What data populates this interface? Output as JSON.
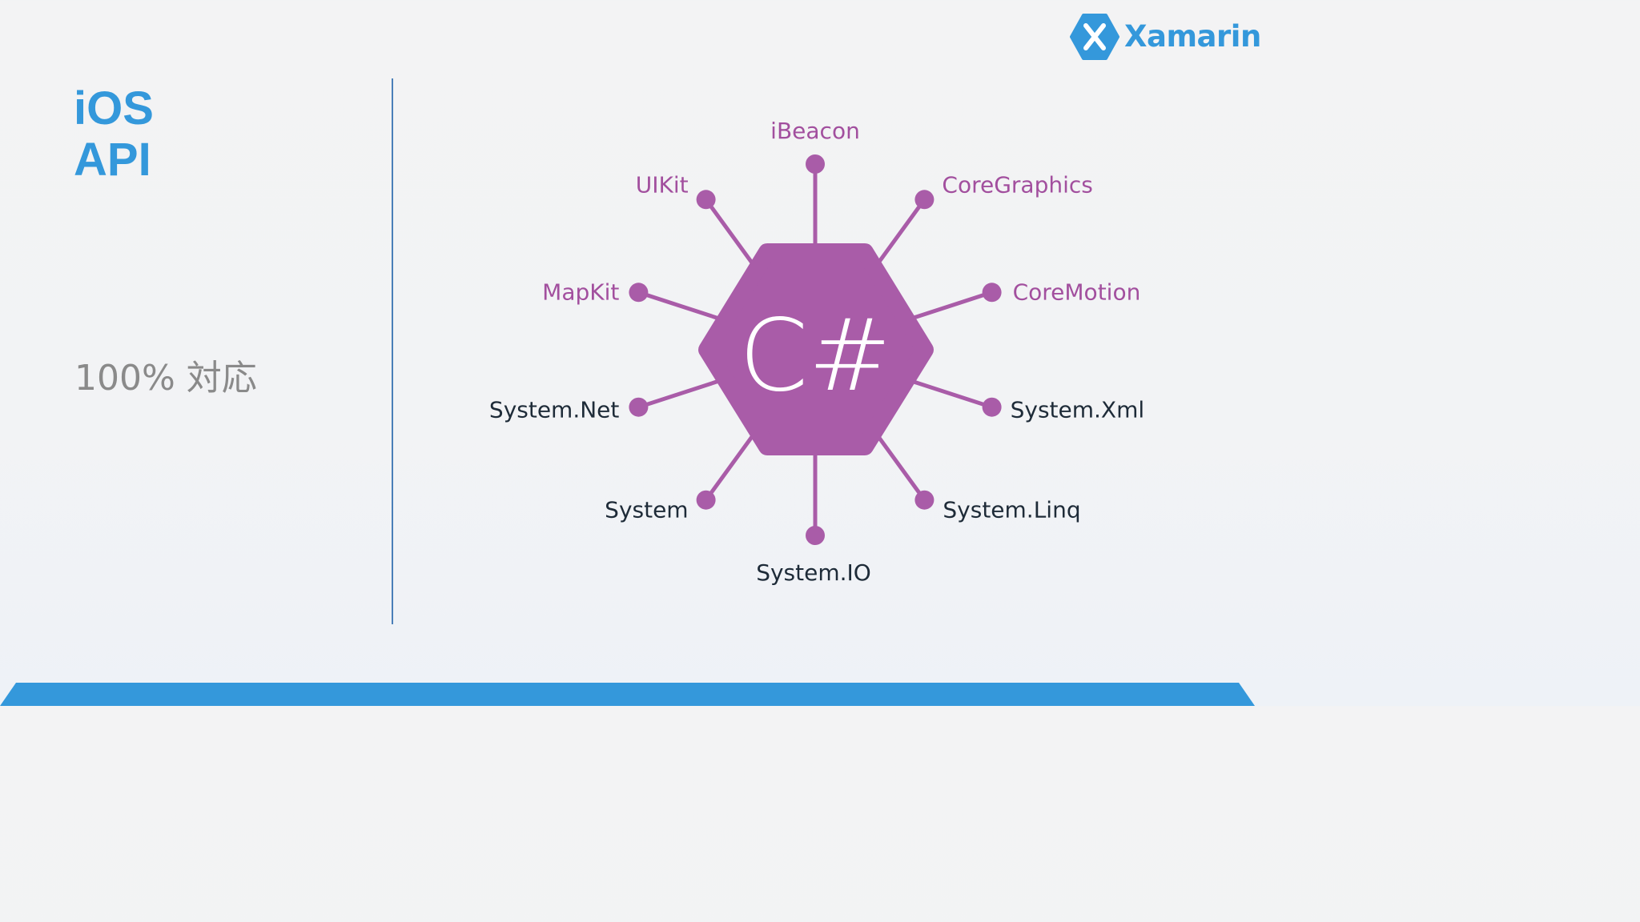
{
  "logo": {
    "text": "Xamarin",
    "icon": "xamarin-hexagon-x-icon"
  },
  "title": {
    "line1": "iOS",
    "line2": "API"
  },
  "subtitle": "100% 対応",
  "diagram": {
    "center": "C#",
    "colors": {
      "accent": "#a95ca8",
      "apple_label": "#a24f9e",
      "dotnet_label": "#1e2b38",
      "brand_blue": "#3498db"
    },
    "nodes": [
      {
        "id": "ibeacon",
        "label": "iBeacon",
        "group": "apple"
      },
      {
        "id": "coregraphics",
        "label": "CoreGraphics",
        "group": "apple"
      },
      {
        "id": "coremotion",
        "label": "CoreMotion",
        "group": "apple"
      },
      {
        "id": "system-xml",
        "label": "System.Xml",
        "group": "dotnet"
      },
      {
        "id": "system-linq",
        "label": "System.Linq",
        "group": "dotnet"
      },
      {
        "id": "system-io",
        "label": "System.IO",
        "group": "dotnet"
      },
      {
        "id": "system",
        "label": "System",
        "group": "dotnet"
      },
      {
        "id": "system-net",
        "label": "System.Net",
        "group": "dotnet"
      },
      {
        "id": "mapkit",
        "label": "MapKit",
        "group": "apple"
      },
      {
        "id": "uikit",
        "label": "UIKit",
        "group": "apple"
      }
    ]
  }
}
